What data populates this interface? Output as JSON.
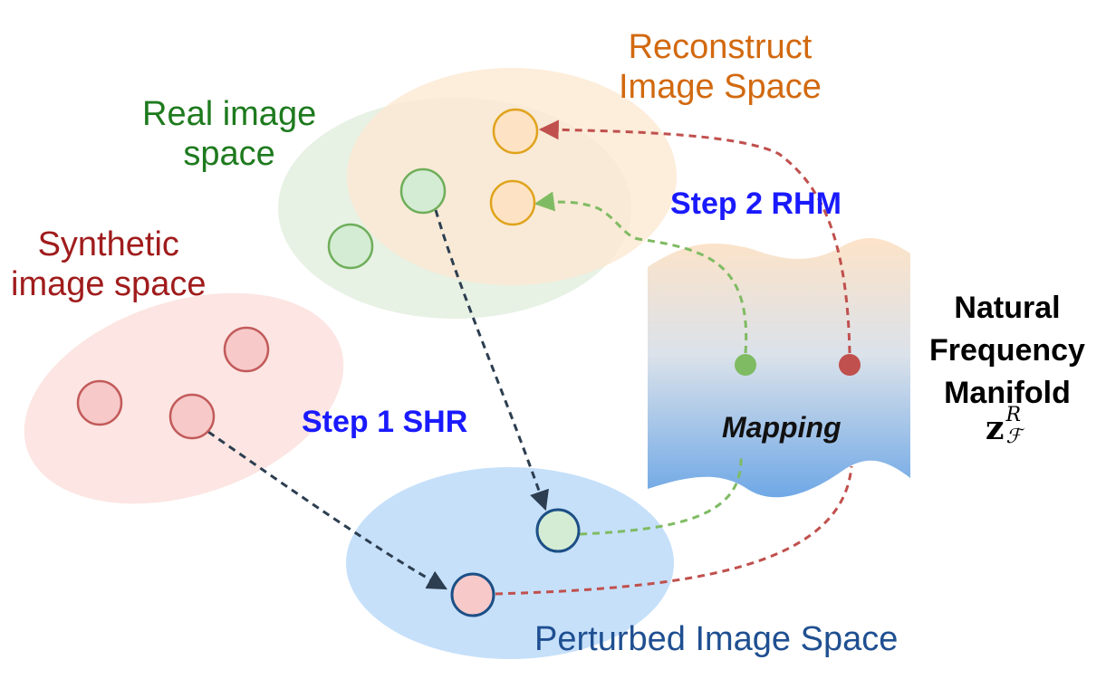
{
  "regions": {
    "reconstruct": {
      "line1": "Reconstruct",
      "line2": "Image Space",
      "color": "#d2690f"
    },
    "real": {
      "line1": "Real image",
      "line2": "space",
      "color": "#1e7a1e"
    },
    "synthetic": {
      "line1": "Synthetic",
      "line2": "image space",
      "color": "#a01c1c"
    },
    "perturbed": {
      "text": "Perturbed Image Space",
      "color": "#1f4f91"
    }
  },
  "steps": {
    "step1": "Step 1 SHR",
    "step2": "Step 2 RHM"
  },
  "manifold": {
    "line1": "Natural",
    "line2": "Frequency",
    "line3": "Manifold",
    "symbol": "z",
    "superscript": "R",
    "subscript": "ℱ",
    "mapping": "Mapping"
  },
  "colors": {
    "real_fill": "#d4ecd4",
    "real_stroke": "#6fae5a",
    "synthetic_fill": "#f7c9c9",
    "synthetic_stroke": "#c25a5a",
    "reconstruct_fill": "#fde3c4",
    "reconstruct_stroke": "#e0a31c",
    "perturbed_stroke": "#1c4f86",
    "arrow_dark": "#2c3e50",
    "arrow_green": "#7fbb62",
    "arrow_red": "#c0504d",
    "step_blue": "#1a1aff"
  }
}
